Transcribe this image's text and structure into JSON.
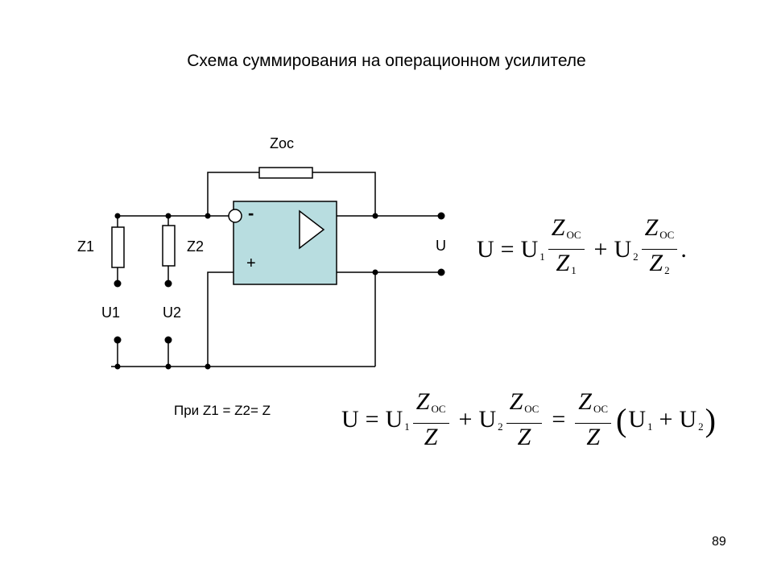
{
  "title": "Схема суммирования на операционном усилителе",
  "labels": {
    "zoc": "Zoc",
    "z1": "Z1",
    "z2": "Z2",
    "u_out": "U",
    "u1": "U1",
    "u2": "U2",
    "minus": "-",
    "plus": "+"
  },
  "condition": "При Z1 = Z2= Z",
  "formula1": {
    "lhs": "U",
    "eq": "=",
    "u1": "U",
    "u1_sub": "1",
    "num": "Z",
    "num_sub": "OC",
    "den1": "Z",
    "den1_sub": "1",
    "plus": "+",
    "u2": "U",
    "u2_sub": "2",
    "den2": "Z",
    "den2_sub": "2",
    "end": "."
  },
  "formula2": {
    "lhs": "U",
    "eq": "=",
    "u": "U",
    "sub1": "1",
    "sub2": "2",
    "num": "Z",
    "num_sub": "OC",
    "den": "Z",
    "plus": "+",
    "lparen": "(",
    "rparen": ")"
  },
  "page_number": "89",
  "colors": {
    "opamp_fill": "#b8dde0",
    "line": "#000000"
  }
}
